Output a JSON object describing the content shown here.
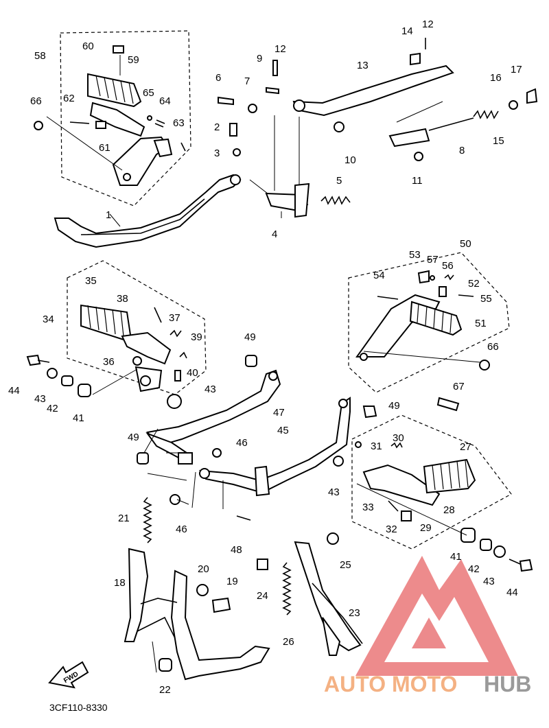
{
  "diagram_code": "3CF110-8330",
  "watermark": {
    "word1": "AUTO",
    "word2": "MOTO",
    "word3": "HUB",
    "colors": {
      "red": "#e8676a",
      "orange": "#f4b183",
      "gray": "#9a9a9a"
    }
  },
  "fwd_label": "FWD",
  "callouts": {
    "p1": "1",
    "p2": "2",
    "p3": "3",
    "p4": "4",
    "p5": "5",
    "p6": "6",
    "p7": "7",
    "p8": "8",
    "p9": "9",
    "p10": "10",
    "p11": "11",
    "p12a": "12",
    "p12b": "12",
    "p13": "13",
    "p14": "14",
    "p15": "15",
    "p16": "16",
    "p17": "17",
    "p18": "18",
    "p19": "19",
    "p20": "20",
    "p21": "21",
    "p22": "22",
    "p23": "23",
    "p24": "24",
    "p25": "25",
    "p26": "26",
    "p27": "27",
    "p28": "28",
    "p29": "29",
    "p30": "30",
    "p31": "31",
    "p32": "32",
    "p33": "33",
    "p34": "34",
    "p35": "35",
    "p36": "36",
    "p37": "37",
    "p38": "38",
    "p39": "39",
    "p40": "40",
    "p41a": "41",
    "p41b": "41",
    "p42a": "42",
    "p42b": "42",
    "p43a": "43",
    "p43b": "43",
    "p43c": "43",
    "p43d": "43",
    "p44a": "44",
    "p44b": "44",
    "p45": "45",
    "p46a": "46",
    "p46b": "46",
    "p47": "47",
    "p48": "48",
    "p49a": "49",
    "p49b": "49",
    "p49c": "49",
    "p50": "50",
    "p51": "51",
    "p52": "52",
    "p53": "53",
    "p54": "54",
    "p55": "55",
    "p56": "56",
    "p57": "57",
    "p58": "58",
    "p59": "59",
    "p60": "60",
    "p61": "61",
    "p62": "62",
    "p63": "63",
    "p64": "64",
    "p65": "65",
    "p66a": "66",
    "p66b": "66",
    "p67": "67"
  }
}
